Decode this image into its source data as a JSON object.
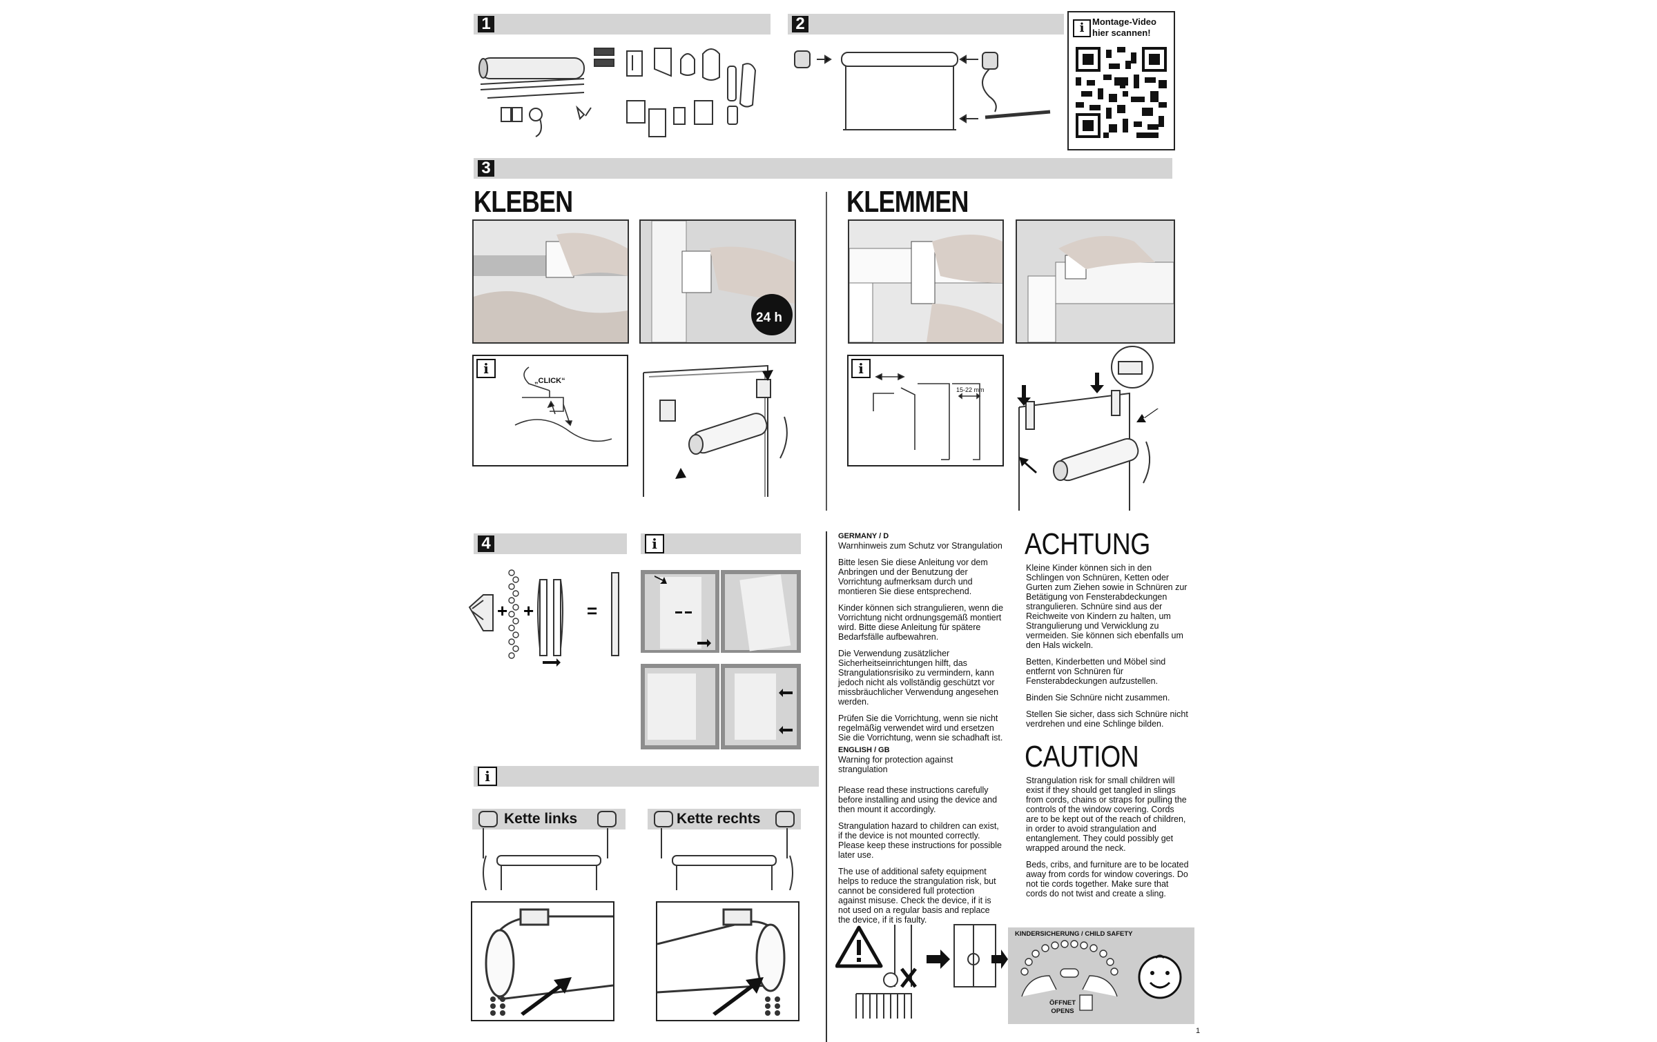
{
  "steps": {
    "s1": "1",
    "s2": "2",
    "s3": "3",
    "s4": "4"
  },
  "qr": {
    "caption_line1": "Montage-Video",
    "caption_line2": "hier scannen!"
  },
  "methods": {
    "glue": "KLEBEN",
    "clamp": "KLEMMEN"
  },
  "labels": {
    "click": "„CLICK“",
    "hours": "24 h",
    "gap": "15-22 mm",
    "kette_links": "Kette links",
    "kette_rechts": "Kette rechts",
    "child_safety": "KINDERSICHERUNG / CHILD SAFETY",
    "opens_de": "ÖFFNET",
    "opens_en": "OPENS",
    "page_number": "1"
  },
  "warnings": {
    "de": {
      "country": "GERMANY / D",
      "subtitle": "Warnhinweis zum Schutz vor Strangulation",
      "p1": "Bitte lesen Sie diese Anleitung vor dem Anbringen und der Benutzung der Vorrichtung aufmerksam durch und montieren Sie diese entsprechend.",
      "p2": "Kinder können sich strangulieren, wenn die Vorrichtung nicht ordnungsgemäß montiert wird. Bitte diese Anleitung für spätere Bedarfsfälle aufbewahren.",
      "p3": "Die Verwendung zusätzlicher Sicherheitseinrichtungen hilft, das Strangulationsrisiko zu vermindern, kann jedoch nicht als vollständig geschützt vor missbräuchlicher Verwendung angesehen werden.",
      "p4": "Prüfen Sie die Vorrichtung, wenn sie nicht regelmäßig verwendet wird und ersetzen Sie die Vorrichtung, wenn sie schadhaft ist."
    },
    "en": {
      "country": "ENGLISH / GB",
      "subtitle": "Warning for protection against strangulation",
      "p1": "Please read these instructions carefully before installing and using the device and then mount it accordingly.",
      "p2": "Strangulation hazard to children can exist, if the device is not mounted correctly. Please keep these instructions for possible later use.",
      "p3": "The use of additional safety equipment helps to reduce the strangulation risk, but cannot be considered full protection against misuse. Check the device, if it is not used on a regular basis and replace the device, if it is faulty."
    },
    "achtung": {
      "title": "ACHTUNG",
      "p1": "Kleine Kinder können sich in den Schlingen von Schnüren, Ketten oder Gurten zum Ziehen sowie in Schnüren zur Betätigung von Fensterabdeckungen strangulieren. Schnüre sind aus der Reichweite von Kindern zu halten, um Strangulierung und Verwicklung zu vermeiden. Sie können sich ebenfalls um den Hals wickeln.",
      "p2": "Betten, Kinderbetten und Möbel sind entfernt von Schnüren für Fensterabdeckungen aufzustellen.",
      "p3": "Binden Sie Schnüre nicht zusammen.",
      "p4": "Stellen Sie sicher, dass sich Schnüre nicht verdrehen und eine Schlinge bilden."
    },
    "caution": {
      "title": "CAUTION",
      "p1": "Strangulation risk for small children will exist if they should get tangled in slings from cords, chains or straps for pulling the controls of the window covering. Cords are to be kept out of the reach of children, in order to avoid strangulation and entanglement. They could possibly get wrapped around the neck.",
      "p2": "Beds, cribs, and furniture are to be located away from cords for window coverings. Do not tie cords together. Make sure that cords do not twist and create a sling."
    }
  }
}
